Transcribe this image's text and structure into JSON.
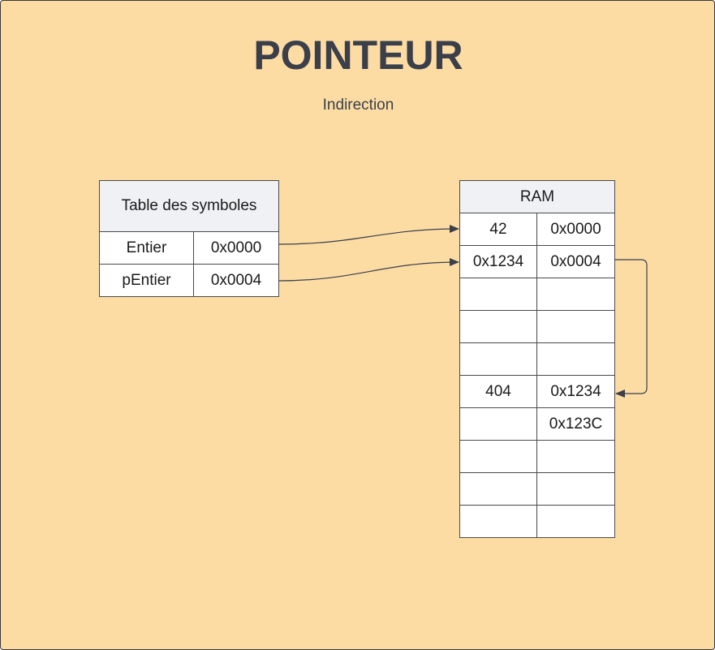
{
  "title": "POINTEUR",
  "subtitle": "Indirection",
  "colors": {
    "background": "#fddca4",
    "header_fill": "#f0f1f4",
    "text": "#3a3f4a",
    "connector": "#3a3f4a"
  },
  "symbol_table": {
    "header": "Table des symboles",
    "rows": [
      {
        "name": "Entier",
        "address": "0x0000"
      },
      {
        "name": "pEntier",
        "address": "0x0004"
      }
    ]
  },
  "ram": {
    "header": "RAM",
    "rows": [
      {
        "value": "42",
        "address": "0x0000"
      },
      {
        "value": "0x1234",
        "address": "0x0004"
      },
      {
        "value": "",
        "address": ""
      },
      {
        "value": "",
        "address": ""
      },
      {
        "value": "",
        "address": ""
      },
      {
        "value": "404",
        "address": "0x1234"
      },
      {
        "value": "",
        "address": "0x123C"
      },
      {
        "value": "",
        "address": ""
      },
      {
        "value": "",
        "address": ""
      },
      {
        "value": "",
        "address": ""
      }
    ]
  },
  "connectors": [
    {
      "from": "symbol_table.rows.0",
      "to": "ram.rows.0"
    },
    {
      "from": "symbol_table.rows.1",
      "to": "ram.rows.1"
    },
    {
      "from": "ram.rows.1",
      "to": "ram.rows.5"
    }
  ]
}
